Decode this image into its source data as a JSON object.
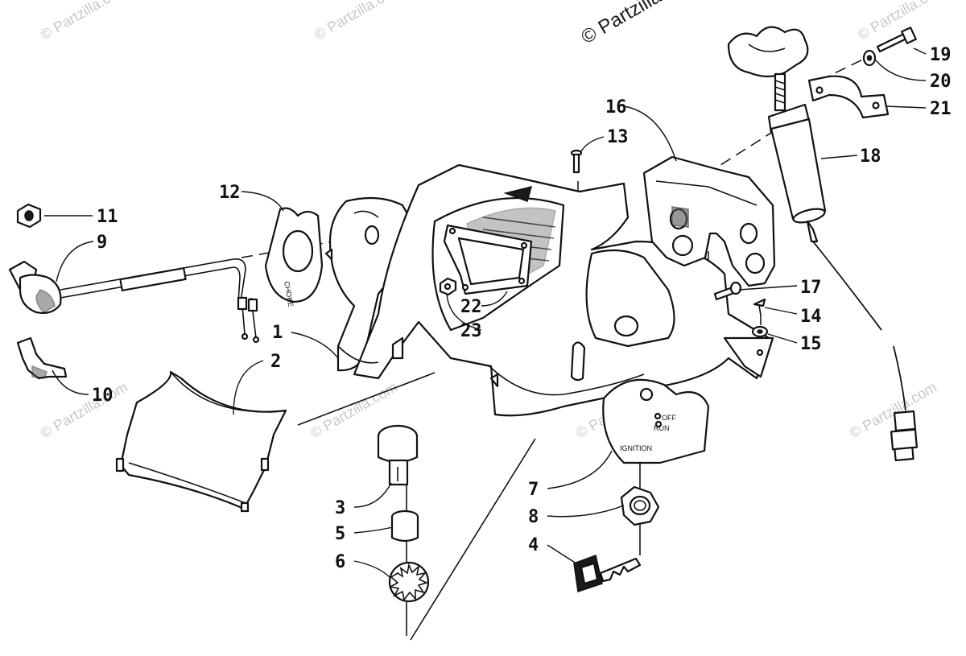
{
  "watermark": {
    "main_text": "© Partzilla",
    "repeat_text": "© Partzilla.com"
  },
  "switch_plate": {
    "off_label": "OFF",
    "run_label": "RUN",
    "ignition_label": "IGNITION"
  },
  "callouts": [
    {
      "id": "1",
      "label": "1"
    },
    {
      "id": "2",
      "label": "2"
    },
    {
      "id": "3",
      "label": "3"
    },
    {
      "id": "4",
      "label": "4"
    },
    {
      "id": "5",
      "label": "5"
    },
    {
      "id": "6",
      "label": "6"
    },
    {
      "id": "7",
      "label": "7"
    },
    {
      "id": "8",
      "label": "8"
    },
    {
      "id": "9",
      "label": "9"
    },
    {
      "id": "10",
      "label": "10"
    },
    {
      "id": "11",
      "label": "11"
    },
    {
      "id": "12",
      "label": "12"
    },
    {
      "id": "13",
      "label": "13"
    },
    {
      "id": "14",
      "label": "14"
    },
    {
      "id": "15",
      "label": "15"
    },
    {
      "id": "16",
      "label": "16"
    },
    {
      "id": "17",
      "label": "17"
    },
    {
      "id": "18",
      "label": "18"
    },
    {
      "id": "19",
      "label": "19"
    },
    {
      "id": "20",
      "label": "20"
    },
    {
      "id": "21",
      "label": "21"
    },
    {
      "id": "22",
      "label": "22"
    },
    {
      "id": "23",
      "label": "23"
    }
  ]
}
